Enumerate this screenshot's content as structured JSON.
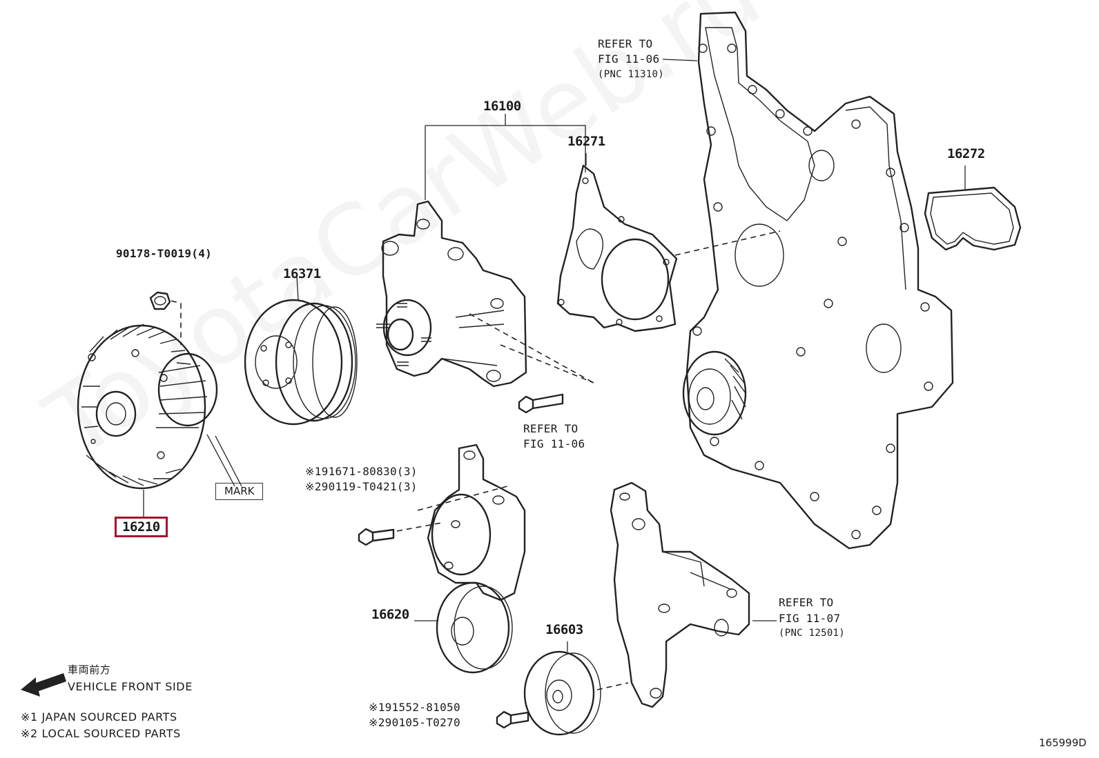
{
  "diagram_id": "165999D",
  "watermark": "ToyotaCarWeb.ru",
  "parts": {
    "p16100": "16100",
    "p16271": "16271",
    "p16272": "16272",
    "p16371": "16371",
    "p16210": "16210",
    "p16620": "16620",
    "p16603": "16603",
    "p90178": "90178-T0019(4)"
  },
  "refs": {
    "fig1106_top": {
      "line1": "REFER TO",
      "line2": "FIG 11-06",
      "line3": "(PNC 11310)"
    },
    "fig1106_mid": {
      "line1": "REFER TO",
      "line2": "FIG 11-06"
    },
    "fig1107": {
      "line1": "REFER TO",
      "line2": "FIG 11-07",
      "line3": "(PNC 12501)"
    }
  },
  "bolts": {
    "group1_a": "※191671-80830(3)",
    "group1_b": "※290119-T0421(3)",
    "group2_a": "※191552-81050",
    "group2_b": "※290105-T0270"
  },
  "mark_label": "MARK",
  "legend": {
    "front_jp": "車両前方",
    "front_en": "VEHICLE FRONT SIDE",
    "note1": "※1 JAPAN SOURCED PARTS",
    "note2": "※2 LOCAL SOURCED PARTS"
  }
}
